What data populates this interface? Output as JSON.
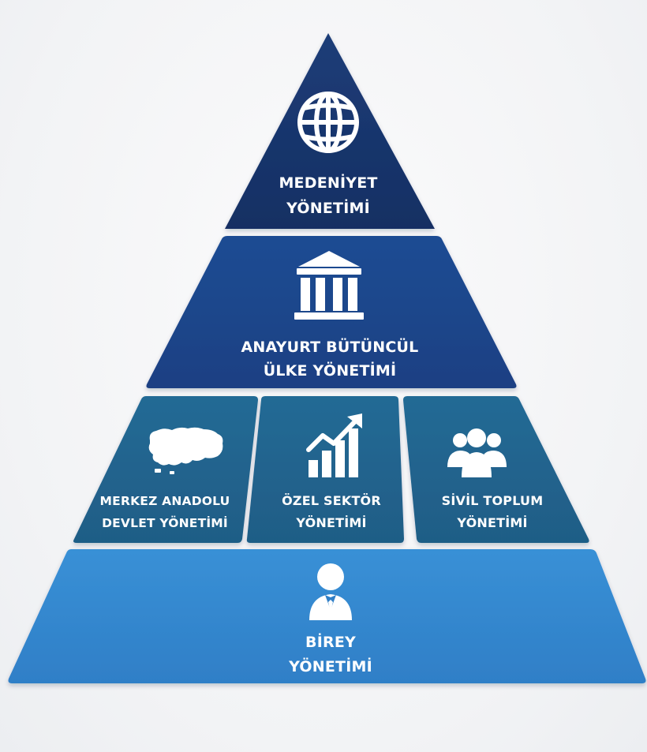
{
  "diagram": {
    "tiers": [
      {
        "id": "medeniyet",
        "line1": "MEDENİYET",
        "line2": "YÖNETİMİ",
        "icon": "globe-icon",
        "color_top": "#1d3d78",
        "color_bottom": "#152f63"
      },
      {
        "id": "anayurt",
        "line1": "ANAYURT BÜTÜNCÜL",
        "line2": "ÜLKE YÖNETİMİ",
        "icon": "government-building-icon",
        "color_top": "#1f4c93",
        "color_bottom": "#1a4083"
      },
      {
        "id": "merkez",
        "line1": "MERKEZ ANADOLU",
        "line2": "DEVLET YÖNETİMİ",
        "icon": "turkey-map-icon",
        "color_top": "#236a95",
        "color_bottom": "#1f5d86"
      },
      {
        "id": "ozel",
        "line1": "ÖZEL SEKTÖR",
        "line2": "YÖNETİMİ",
        "icon": "growth-chart-icon",
        "color_top": "#236a95",
        "color_bottom": "#1f5d86"
      },
      {
        "id": "sivil",
        "line1": "SİVİL TOPLUM",
        "line2": "YÖNETİMİ",
        "icon": "people-group-icon",
        "color_top": "#236a95",
        "color_bottom": "#1f5d86"
      },
      {
        "id": "birey",
        "line1": "BİREY",
        "line2": "YÖNETİMİ",
        "icon": "person-icon",
        "color_top": "#3990d6",
        "color_bottom": "#2f7fc7"
      }
    ]
  }
}
